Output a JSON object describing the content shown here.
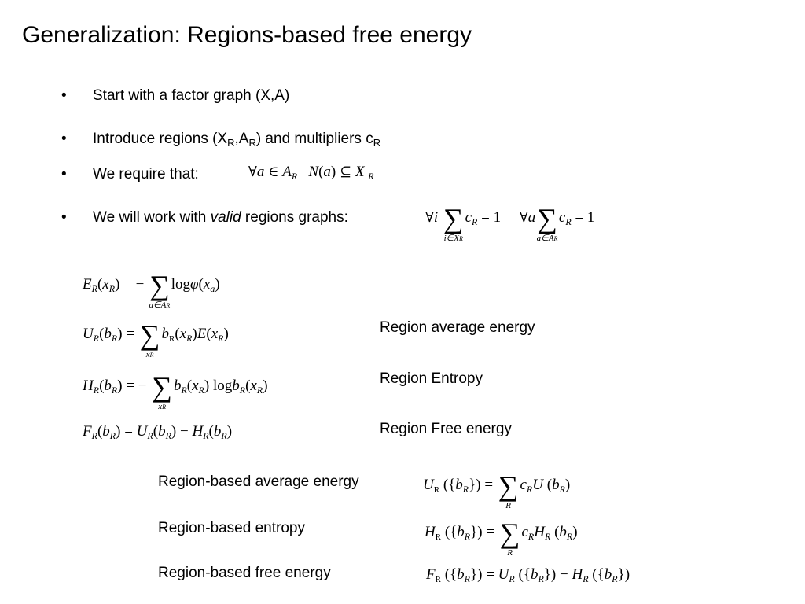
{
  "title": "Generalization: Regions-based free energy",
  "bullets": {
    "b1": "Start with a factor graph (X,A)",
    "b2_pre": "Introduce regions (X",
    "b2_sub1": "R",
    "b2_mid": ",A",
    "b2_sub2": "R",
    "b2_post": ") and multipliers c",
    "b2_sub3": "R",
    "b3": "We require that:",
    "b4_pre": "We will work with ",
    "b4_em": "valid",
    "b4_post": " regions graphs:"
  },
  "labels": {
    "region_avg_energy": "Region average energy",
    "region_entropy": "Region Entropy",
    "region_free_energy": "Region Free energy",
    "region_based_avg_energy": "Region-based average energy",
    "region_based_entropy": "Region-based entropy",
    "region_based_free_energy": "Region-based free energy"
  }
}
